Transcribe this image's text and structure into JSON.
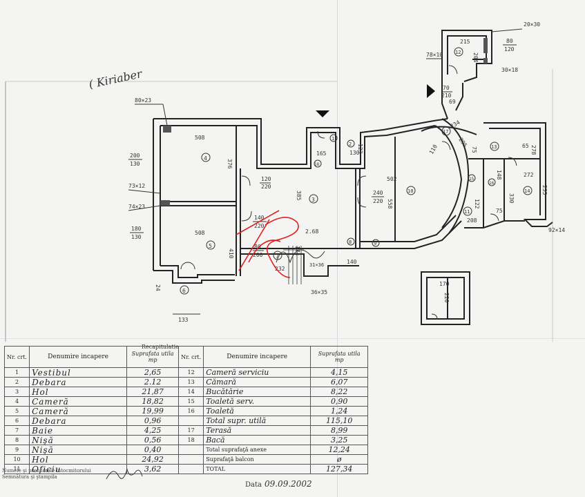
{
  "plan": {
    "author_note": "( Kiriaber",
    "callouts": {
      "c80x23": "80×23",
      "c200": "200",
      "c130a": "130",
      "c73x12": "73×12",
      "c74x23": "74×23",
      "c180": "180",
      "c130b": "130",
      "c20x30": "20×30",
      "c80_120_a": "80",
      "c80_120_b": "120",
      "c78x10": "78×10",
      "c30x18": "30×18",
      "c92x14": "92×14",
      "c36x35": "36×35",
      "c31x36": "31×36"
    },
    "dims": {
      "d508a": "508",
      "d376": "376",
      "d508b": "508",
      "d410": "410",
      "d120": "120",
      "d220a": "220",
      "d385": "385",
      "d140": "140",
      "d220b": "220",
      "d268": "2.68",
      "d165": "165",
      "d130": "130",
      "d123": "123",
      "d240": "240",
      "d220c": "220",
      "d502": "502",
      "d558": "558",
      "d232": "232",
      "d80": "80",
      "d200": "200",
      "d174": "174",
      "d140b": "140",
      "d133": "133",
      "d24": "24",
      "d215": "215",
      "d204": "204",
      "d70": "70",
      "d210": "210",
      "d69": "69",
      "d234": "234",
      "d295": "295",
      "d110": "110",
      "d75a": "75",
      "d65": "65",
      "d278": "278",
      "d272": "272",
      "d235": "235",
      "d330": "330",
      "d75b": "75",
      "d208": "208",
      "d122": "122",
      "d148": "148",
      "d170": "170",
      "d220d": "220"
    },
    "room_numbers": [
      "1",
      "2",
      "3",
      "4",
      "5",
      "6",
      "7",
      "8",
      "9",
      "10",
      "11",
      "12",
      "13",
      "14",
      "15",
      "16",
      "17",
      "18"
    ]
  },
  "table": {
    "legend_title": "Recapitulatie",
    "headers": {
      "nr": "Nr. crt.",
      "name": "Denumire incapere",
      "area": "Suprafata utila mp",
      "nr2": "Nr. crt.",
      "name2": "Denumire incapere",
      "area2": "Suprafata utila mp"
    },
    "left_rows": [
      {
        "nr": "1",
        "name": "Vestibul",
        "area": "2,65"
      },
      {
        "nr": "2",
        "name": "Debara",
        "area": "2.12"
      },
      {
        "nr": "3",
        "name": "Hol",
        "area": "21,87"
      },
      {
        "nr": "4",
        "name": "Cameră",
        "area": "18,82"
      },
      {
        "nr": "5",
        "name": "Cameră",
        "area": "19,99"
      },
      {
        "nr": "6",
        "name": "Debara",
        "area": "0,96"
      },
      {
        "nr": "7",
        "name": "Baie",
        "area": "4,25"
      },
      {
        "nr": "8",
        "name": "Nişă",
        "area": "0,56"
      },
      {
        "nr": "9",
        "name": "Nişă",
        "area": "0,40"
      },
      {
        "nr": "10",
        "name": "Hol",
        "area": "24,92"
      },
      {
        "nr": "11",
        "name": "Oficiu",
        "area": "3,62"
      }
    ],
    "right_rows": [
      {
        "nr": "12",
        "name": "Cameră serviciu",
        "area": "4,15"
      },
      {
        "nr": "13",
        "name": "Cămară",
        "area": "6,07"
      },
      {
        "nr": "14",
        "name": "Bucătărie",
        "area": "8,22"
      },
      {
        "nr": "15",
        "name": "Toaletă serv.",
        "area": "0,90"
      },
      {
        "nr": "16",
        "name": "Toaletă",
        "area": "1,24"
      },
      {
        "nr": "",
        "name": "Total supr. utilă",
        "area": "115,10"
      },
      {
        "nr": "17",
        "name": "Terasă",
        "area": "8,99"
      },
      {
        "nr": "18",
        "name": "Bacă",
        "area": "3,25"
      },
      {
        "nr": "",
        "name": "Total suprafaţă anexe",
        "area": "12,24"
      },
      {
        "nr": "",
        "name": "Suprafaţă balcon",
        "area": "ø"
      },
      {
        "nr": "",
        "name": "TOTAL",
        "area": "127,34"
      }
    ],
    "footer_left": "Numele şi prenumele întocmitorului Semnătura şi ştampila",
    "date_label": "Data",
    "date_value": "09.09.2002"
  }
}
